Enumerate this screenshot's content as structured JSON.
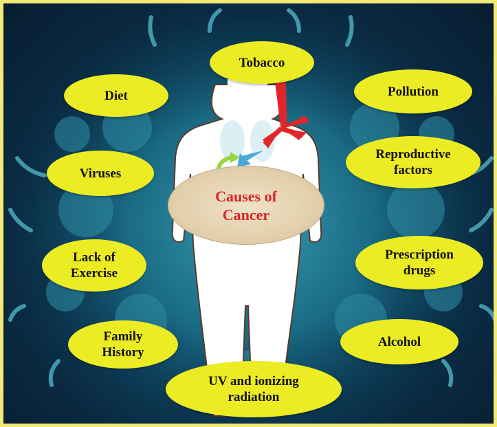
{
  "diagram": {
    "center_label": "Causes of\nCancer",
    "causes": {
      "tobacco": "Tobacco",
      "diet": "Diet",
      "pollution": "Pollution",
      "viruses": "Viruses",
      "reproductive": "Reproductive\nfactors",
      "lack_of_exercise": "Lack of\nExercise",
      "prescription_drugs": "Prescription\ndrugs",
      "family_history": "Family\nHistory",
      "alcohol": "Alcohol",
      "uv_radiation": "UV and ionizing\nradiation"
    },
    "colors": {
      "bubble_fill": "#ecec24",
      "center_text": "#d8242a",
      "background": "#0f4a66",
      "border": "#f2ea74"
    }
  }
}
